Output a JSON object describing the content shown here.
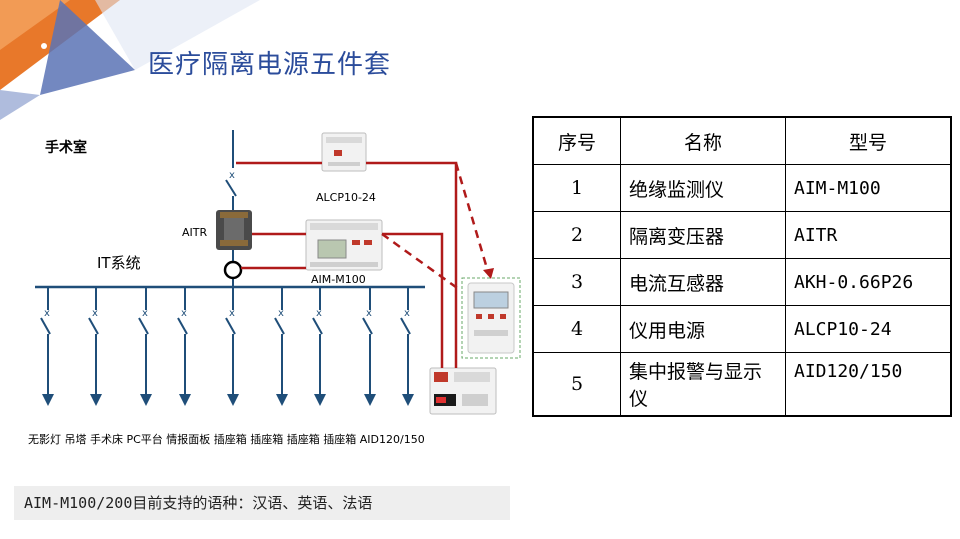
{
  "header": {
    "title": "医疗隔离电源五件套"
  },
  "diagram": {
    "room_label": "手术室",
    "it_system_label": "IT系统",
    "device_labels": {
      "alcp": "ALCP10-24",
      "aitr": "AITR",
      "aim": "AIM-M100"
    },
    "load_labels": "无影灯  吊塔  手术床 PC平台 情报面板 插座箱 插座箱 插座箱 插座箱  AID120/150"
  },
  "table": {
    "headers": [
      "序号",
      "名称",
      "型号"
    ],
    "rows": [
      {
        "idx": "1",
        "name": "绝缘监测仪",
        "model": "AIM-M100"
      },
      {
        "idx": "2",
        "name": "隔离变压器",
        "model": "AITR"
      },
      {
        "idx": "3",
        "name": "电流互感器",
        "model": "AKH-0.66P26"
      },
      {
        "idx": "4",
        "name": "仪用电源",
        "model": "ALCP10-24"
      },
      {
        "idx": "5",
        "name": "集中报警与显示仪",
        "model": "AID120/150"
      }
    ]
  },
  "footer": {
    "note": "AIM-M100/200目前支持的语种：汉语、英语、法语"
  },
  "colors": {
    "title": "#2b4c9b",
    "bus": "#1f4e79",
    "signal": "#b01a1a",
    "accent_orange": "#e87a2a",
    "accent_blue": "#4a6fb0"
  }
}
